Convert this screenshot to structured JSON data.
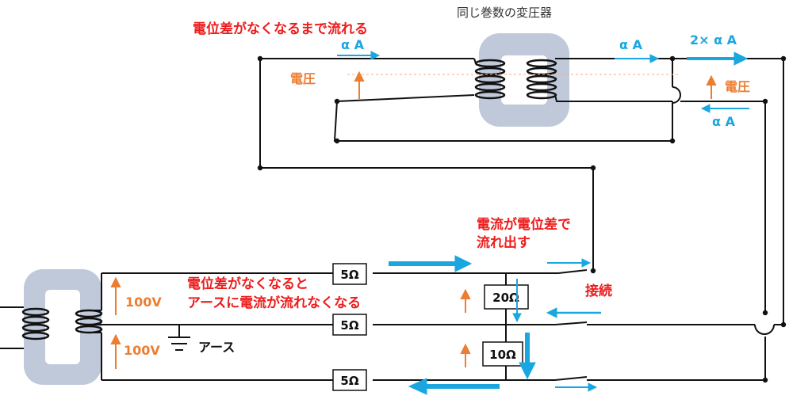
{
  "title": "同じ巻数の変圧器",
  "labels": {
    "flow_until_equal": "電位差がなくなるまで流れる",
    "voltage_left": "電圧",
    "voltage_right": "電圧",
    "current_starts_line1": "電流が電位差で",
    "current_starts_line2": "流れ出す",
    "no_potential_line1": "電位差がなくなると",
    "no_potential_line2": "アースに電流が流れなくなる",
    "connect": "接続",
    "earth": "アース",
    "v_top": "100V",
    "v_bottom": "100V"
  },
  "currents": {
    "alpha_top": "α A",
    "alpha_right_top": "α A",
    "two_alpha": "2× α A",
    "alpha_return": "α A"
  },
  "resistors": {
    "r_top": "5Ω",
    "r_mid": "5Ω",
    "r_bot": "5Ω",
    "r_20": "20Ω",
    "r_10": "10Ω"
  },
  "colors": {
    "wire": "#111111",
    "core": "#bfc9da",
    "red_text": "#ee1c1c",
    "orange": "#ed7d31",
    "blue": "#1aa7e0"
  }
}
